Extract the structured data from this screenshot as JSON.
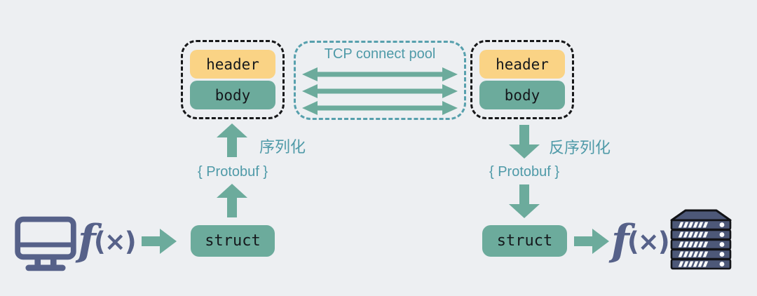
{
  "pool": {
    "title": "TCP connect pool",
    "connection_arrow_count": 3
  },
  "client_side": {
    "packet": {
      "header_label": "header",
      "body_label": "body"
    },
    "serialize_label": "序列化",
    "protobuf_label": "{ Protobuf }",
    "struct_label": "struct",
    "function": {
      "f": "f",
      "args": "(×)"
    }
  },
  "server_side": {
    "packet": {
      "header_label": "header",
      "body_label": "body"
    },
    "deserialize_label": "反序列化",
    "protobuf_label": "{ Protobuf }",
    "struct_label": "struct",
    "function": {
      "f": "f",
      "args": "(×)"
    }
  },
  "icons": {
    "client": "monitor-icon",
    "server": "server-rack-icon"
  },
  "colors": {
    "background": "#edeff2",
    "teal_fill": "#6cab9c",
    "yellow_fill": "#fad385",
    "teal_text": "#4f9aa8",
    "pool_border": "#57a0ad",
    "packet_border": "#17181a",
    "dark_slate": "#566189",
    "server_fill": "#4d5878",
    "box_text": "#15181c"
  }
}
